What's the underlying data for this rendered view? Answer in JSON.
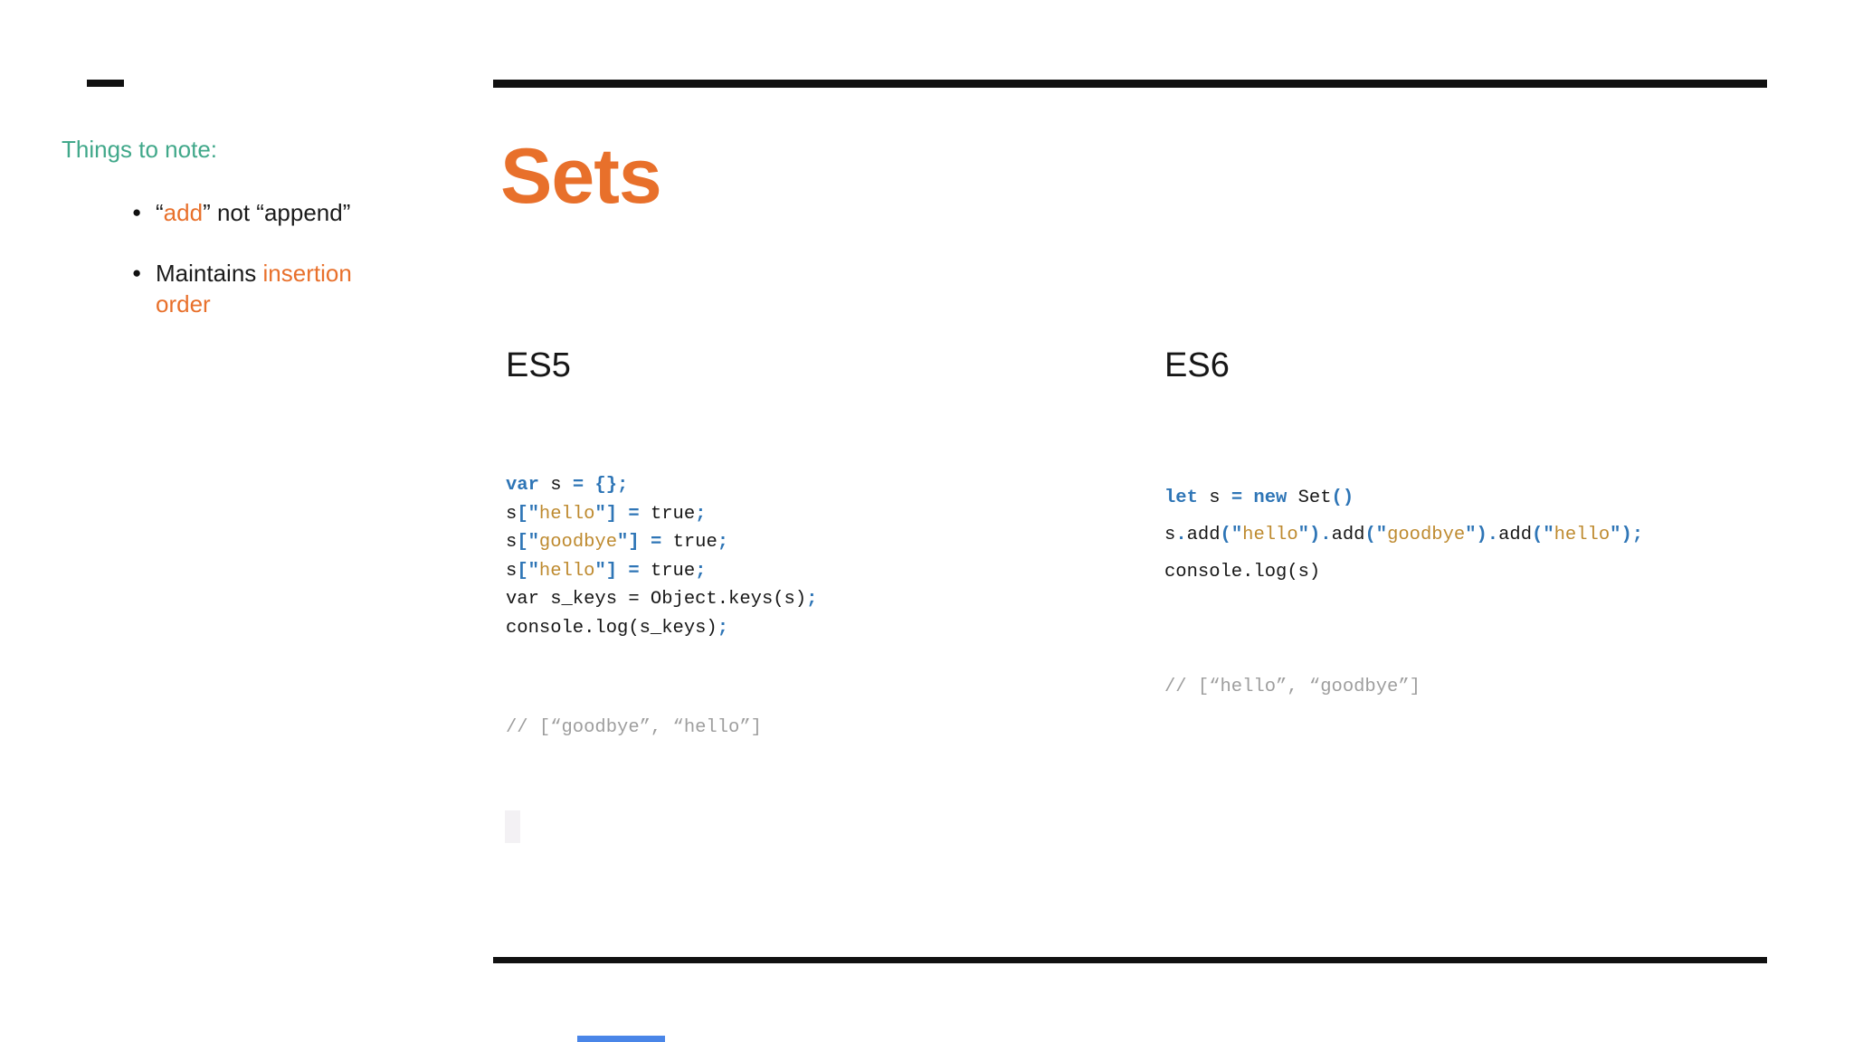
{
  "notes": {
    "heading": "Things to note:",
    "bullets": [
      {
        "marker": "●",
        "segments": [
          {
            "text": "“",
            "color": "black"
          },
          {
            "text": "add",
            "color": "orange"
          },
          {
            "text": "” not “append”",
            "color": "black"
          }
        ]
      },
      {
        "marker": "●",
        "segments": [
          {
            "text": "Maintains ",
            "color": "black"
          },
          {
            "text": "insertion order",
            "color": "orange"
          }
        ]
      }
    ]
  },
  "title": "Sets",
  "columns": {
    "es5": {
      "heading": "ES5",
      "code": [
        [
          {
            "t": "var",
            "c": "kw"
          },
          {
            "t": " s ",
            "c": "pl"
          },
          {
            "t": "= {};",
            "c": "pt"
          }
        ],
        [
          {
            "t": "s",
            "c": "pl"
          },
          {
            "t": "[\"",
            "c": "pt"
          },
          {
            "t": "hello",
            "c": "str"
          },
          {
            "t": "\"] = ",
            "c": "pt"
          },
          {
            "t": "true",
            "c": "pl"
          },
          {
            "t": ";",
            "c": "pt"
          }
        ],
        [
          {
            "t": "s",
            "c": "pl"
          },
          {
            "t": "[\"",
            "c": "pt"
          },
          {
            "t": "goodbye",
            "c": "str"
          },
          {
            "t": "\"] = ",
            "c": "pt"
          },
          {
            "t": "true",
            "c": "pl"
          },
          {
            "t": ";",
            "c": "pt"
          }
        ],
        [
          {
            "t": "s",
            "c": "pl"
          },
          {
            "t": "[\"",
            "c": "pt"
          },
          {
            "t": "hello",
            "c": "str"
          },
          {
            "t": "\"] = ",
            "c": "pt"
          },
          {
            "t": "true",
            "c": "pl"
          },
          {
            "t": ";",
            "c": "pt"
          }
        ],
        [
          {
            "t": "var s_keys = Object.keys(s)",
            "c": "pl"
          },
          {
            "t": ";",
            "c": "pt"
          }
        ],
        [
          {
            "t": "console.log(s_keys)",
            "c": "pl"
          },
          {
            "t": ";",
            "c": "pt"
          }
        ]
      ],
      "comment": "// [“goodbye”, “hello”]"
    },
    "es6": {
      "heading": "ES6",
      "code": [
        [
          {
            "t": "let",
            "c": "kw"
          },
          {
            "t": " s ",
            "c": "pl"
          },
          {
            "t": "= ",
            "c": "pt"
          },
          {
            "t": "new",
            "c": "kw"
          },
          {
            "t": " Set",
            "c": "pl"
          },
          {
            "t": "()",
            "c": "pt"
          }
        ],
        [
          {
            "t": "s",
            "c": "pl"
          },
          {
            "t": ".",
            "c": "pt"
          },
          {
            "t": "add",
            "c": "pl"
          },
          {
            "t": "(\"",
            "c": "pt"
          },
          {
            "t": "hello",
            "c": "str"
          },
          {
            "t": "\").",
            "c": "pt"
          },
          {
            "t": "add",
            "c": "pl"
          },
          {
            "t": "(\"",
            "c": "pt"
          },
          {
            "t": "goodbye",
            "c": "str"
          },
          {
            "t": "\").",
            "c": "pt"
          },
          {
            "t": "add",
            "c": "pl"
          },
          {
            "t": "(\"",
            "c": "pt"
          },
          {
            "t": "hello",
            "c": "str"
          },
          {
            "t": "\");",
            "c": "pt"
          }
        ],
        [
          {
            "t": "console.log(s)",
            "c": "pl"
          }
        ]
      ],
      "comment": "// [“hello”, “goodbye”]"
    }
  },
  "colors": {
    "teal": "#41A88A",
    "orange": "#E8702B",
    "code-blue": "#2E75B6",
    "code-str": "#BE8A2F",
    "code-gray": "#9E9E9E",
    "rule": "#111111",
    "progress": "#4A86E8"
  }
}
